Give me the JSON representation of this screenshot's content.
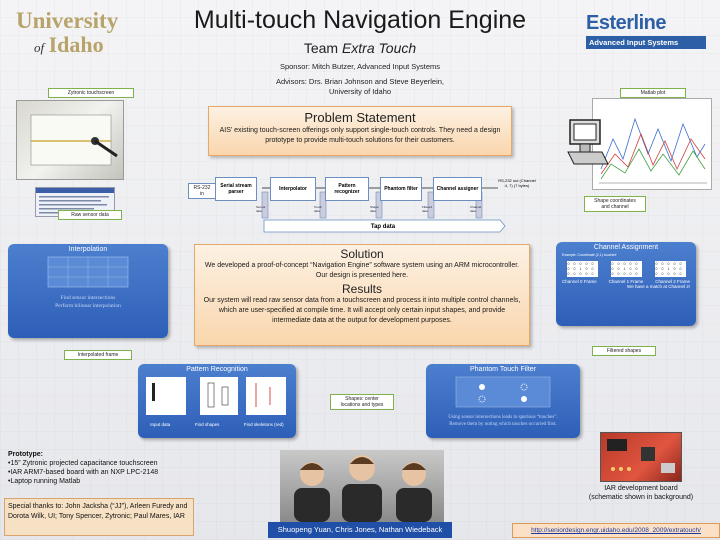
{
  "header": {
    "title": "Multi-touch Navigation Engine",
    "team_prefix": "Team ",
    "team_name": "Extra Touch",
    "sponsor": "Sponsor: Mitch Butzer, Advanced Input Systems",
    "advisors_line1": "Advisors: Drs. Brian Johnson and Steve Beyerlein,",
    "advisors_line2": "University of Idaho"
  },
  "logos": {
    "ui_line1": "University",
    "ui_of": "of",
    "ui_idaho": "Idaho",
    "esterline": "Esterline",
    "esterline_sub": "Advanced Input Systems"
  },
  "labels": {
    "touchscreen": "Zytronic touchscreen",
    "matlab": "Matlab plot",
    "raw_sensor": "Raw sensor data",
    "shape_coords_1": "Shape coordinates",
    "shape_coords_2": "and channel",
    "interp_frame": "Interpolated frame",
    "filtered_shapes": "Filtered shapes",
    "shapes_center_1": "Shapes: center",
    "shapes_center_2": "locations and types"
  },
  "problem": {
    "heading": "Problem Statement",
    "text": "AIS’ existing touch-screen offerings only support single-touch controls.  They need a design prototype to provide multi-touch solutions for their customers."
  },
  "flow": {
    "rs232_in": "RS-232 in",
    "steps": [
      "Serial stream parser",
      "Interpolator",
      "Pattern recognizer",
      "Phantom filter",
      "Channel assigner"
    ],
    "rs232_out": "RS-232 out (Channel 4, 7) (7 bytes)",
    "tap_data": "Tap data",
    "side_labels": [
      "Sensor data",
      "Touch data",
      "Shape data",
      "Filtered data",
      "Channel data"
    ]
  },
  "solution": {
    "heading": "Solution",
    "text1": "We developed a proof-of-concept “Navigation Engine” software system using an ARM microcontroller.  Our design is presented here.",
    "heading2": "Results",
    "text2": "Our system will read raw sensor data from a touchscreen and process it into multiple control channels, which are user-specified at compile time.  It will accept only certain input shapes, and provide intermediate data at the output for development purposes."
  },
  "interpolation": {
    "heading": "Interpolation",
    "line1": "Find sensor intersections",
    "line2": "Perform bilinear interpolation"
  },
  "channel": {
    "heading": "Channel Assignment",
    "example": "Example: Coordinate (2,1) touched",
    "frames": [
      "Channel 0 Frame",
      "Channel 1 Frame",
      "Channel 2 Frame"
    ],
    "match": "We have a match at Channel 2!",
    "grid_values": [
      "0",
      "0",
      "0",
      "0",
      "0",
      "0",
      "0",
      "1",
      "0",
      "0",
      "0",
      "0",
      "0",
      "0",
      "0"
    ]
  },
  "pattern": {
    "heading": "Pattern Recognition",
    "captions": [
      "Input data",
      "Find shapes",
      "Find skeletons (red)"
    ]
  },
  "phantom": {
    "heading": "Phantom Touch Filter",
    "line1": "Using sensor intersections leads to spurious “touches”.",
    "line2": "Remove them by noting which touches occurred first."
  },
  "prototype": {
    "heading": "Prototype:",
    "items": [
      "•15” Zytronic projected capacitance touchscreen",
      "•IAR ARM7-based board with an NXP LPC-2148",
      "•Laptop running Matlab"
    ]
  },
  "thanks": "Special thanks to: John Jacksha (“JJ”), Arleen Furedy and Dorota Wilk, UI; Tony Spencer, Zytronic; Paul Mares, IAR",
  "names": "Shuopeng Yuan, Chris Jones, Nathan Wiedeback",
  "iar": {
    "line1": "IAR development board",
    "line2": "(schematic shown in background)"
  },
  "url": "http://seniordesign.engr.uidaho.edu/2008_2009/extratouch/",
  "colors": {
    "accent_blue": "#2d5fb8",
    "orange_panel": "#f9d6ad",
    "ui_gold": "#b8a36a",
    "esterline_blue": "#2d5fa6"
  }
}
